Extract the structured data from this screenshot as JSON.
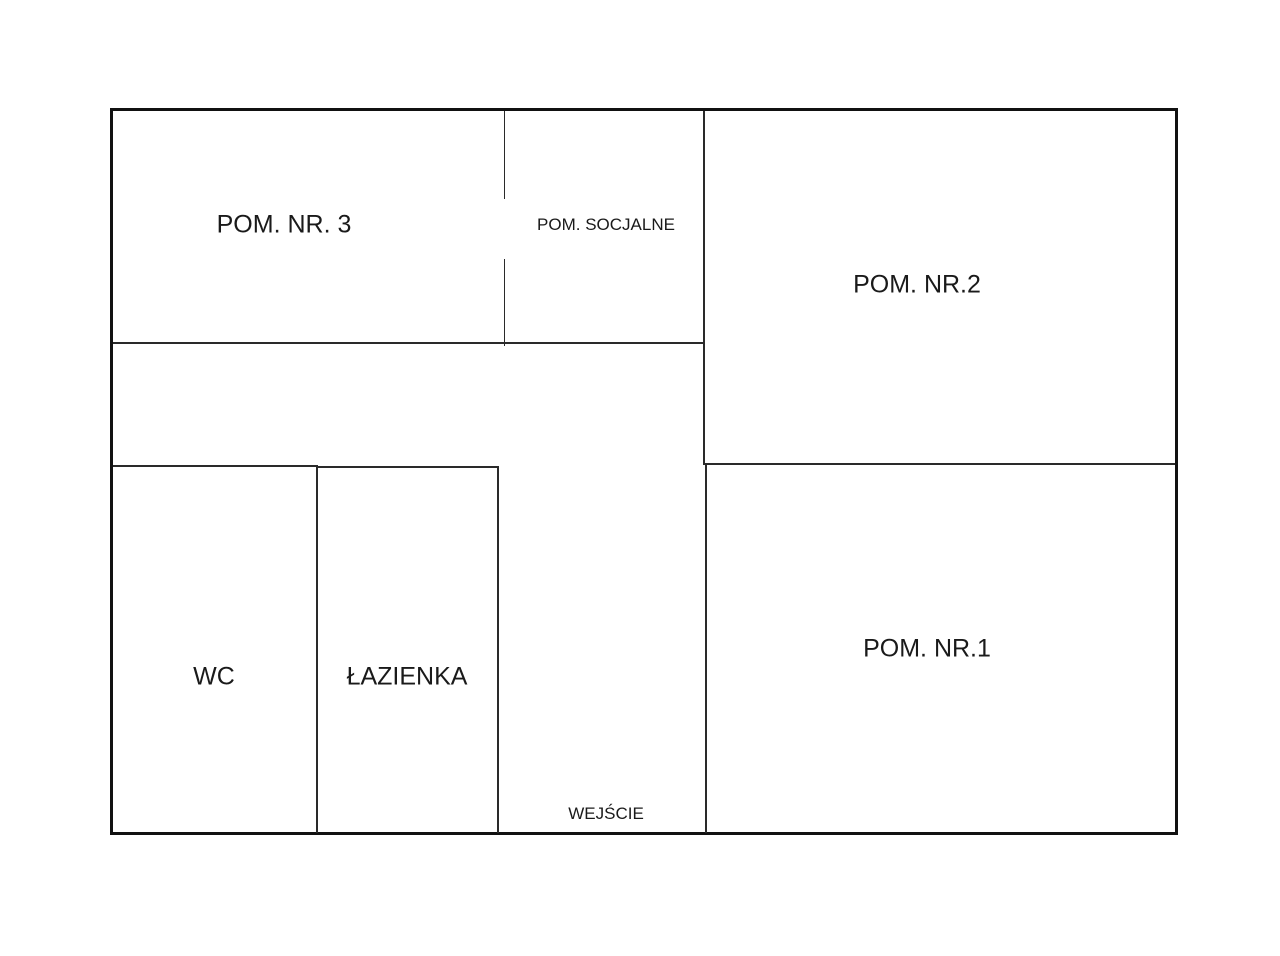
{
  "plan": {
    "colors": {
      "background": "#ffffff",
      "wall": "#111111",
      "text": "#1a1a1a"
    },
    "rooms": {
      "pom3": {
        "label": "POM. NR. 3"
      },
      "socjalne": {
        "label": "POM. SOCJALNE"
      },
      "pom2": {
        "label": "POM. NR.2"
      },
      "pom1": {
        "label": "POM. NR.1"
      },
      "wc": {
        "label": "WC"
      },
      "lazienka": {
        "label": "ŁAZIENKA"
      },
      "corridor": {
        "label": "WEJŚCIE"
      }
    }
  }
}
